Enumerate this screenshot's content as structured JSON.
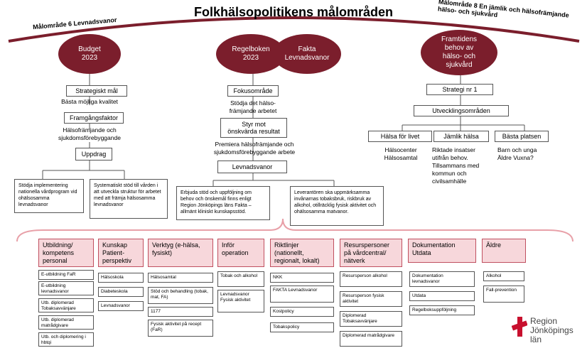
{
  "title": "Folkhälsopolitikens målområden",
  "arc_left": "Målområde 6 Levnadsvanor",
  "arc_right": "Målområde 8 En jämlik och hälsofrämjande hälso- och sjukvård",
  "col1": {
    "circle": "Budget 2023",
    "box1": "Strategiskt mål",
    "text1": "Bästa möjliga kvalitet",
    "box2": "Framgångsfaktor",
    "text2": "Hälsofrämjande och sjukdomsförebyggande",
    "box3": "Uppdrag",
    "note1": "Stödja implementering nationella vårdprogram vid ohälsosamma levnadsvanor",
    "note2": "Systematiskt stöd till vården i att utveckla struktur för arbetet med att främja hälsosamma levnadsvanor"
  },
  "col2": {
    "circle": "Regelboken 2023",
    "circle2": "Fakta Levnadsvanor",
    "box1": "Fokusområde",
    "text1": "Stödja det hälso-främjande arbetet",
    "box2": "Styr mot önskvärda resultat",
    "text2": "Premiera hälsofrämjande och sjukdomsförebyggande arbete",
    "box3": "Levnadsvanor",
    "note1": "Erbjuda stöd och uppföljning om behov och önskemål finns enligt Region Jönköpings läns Fakta – allmänt kliniskt kunskapsstöd.",
    "note2": "Leverantören ska uppmärksamma invånarnas tobaksbruk, riskbruk av alkohol, otillräcklig fysisk aktivitet och ohälsosamma matvanor."
  },
  "col3": {
    "circle": "Framtidens behov av hälso- och sjukvård",
    "box1": "Strategi nr 1",
    "box2": "Utvecklingsområden",
    "areas": [
      {
        "label": "Hälsa för livet",
        "text": "Hälsocenter Hälsosamtal"
      },
      {
        "label": "Jämlik hälsa",
        "text": "Riktade insatser utifrån behov. Tillsammans med kommun och civilsamhälle"
      },
      {
        "label": "Bästa platsen",
        "text": "Barn och unga Äldre Vuxna?"
      }
    ]
  },
  "categories": [
    {
      "label": "Utbildning/ kompetens personal",
      "items": [
        "E-utbildning FaR",
        "E-utbildning levnadsvanor",
        "Utb. diplomerad Tobaksavvänjare",
        "Utb. diplomerad matrådgivare",
        "Utb. och diplomering i hbtqi"
      ]
    },
    {
      "label": "Kunskap Patient-perspektiv",
      "items": [
        "Hälsoskola",
        "Diabeteskola",
        "Levnadsvanor"
      ]
    },
    {
      "label": "Verktyg (e-hälsa, fysiskt)",
      "items": [
        "Hälsosamtal",
        "Stöd och behandling (tobak, mat, FA)",
        "1177",
        "Fysisk aktivitet på recept (FaR)"
      ]
    },
    {
      "label": "Inför operation",
      "items": [
        "Tobak och alkohol",
        "Levnadsvanor Fysisk aktivitet"
      ]
    },
    {
      "label": "Riktlinjer (nationellt, regionalt, lokalt)",
      "items": [
        "NKK",
        "FAKTA Levnadsvanor",
        "Kostpolicy",
        "Tobakspolicy"
      ]
    },
    {
      "label": "Resurspersoner på vårdcentral/ nätverk",
      "items": [
        "Resursperson alkohol",
        "Resursperson fysisk aktivitet",
        "Diplomerad Tobaksavvänjare",
        "Diplomerad matrådgivare"
      ]
    },
    {
      "label": "Dokumentation Utdata",
      "items": [
        "Dokumentation levnadsvanor",
        "Utdata",
        "Regelboksuppföljning"
      ]
    },
    {
      "label": "Äldre",
      "items": [
        "Alkohol",
        "Fall-prevention"
      ]
    }
  ],
  "logo": {
    "line1": "Region",
    "line2": "Jönköpings län",
    "color": "#c8102e"
  },
  "colors": {
    "circle": "#7b1e2c",
    "category_fill": "#f7d7db",
    "arc": "#7b1e2c"
  }
}
